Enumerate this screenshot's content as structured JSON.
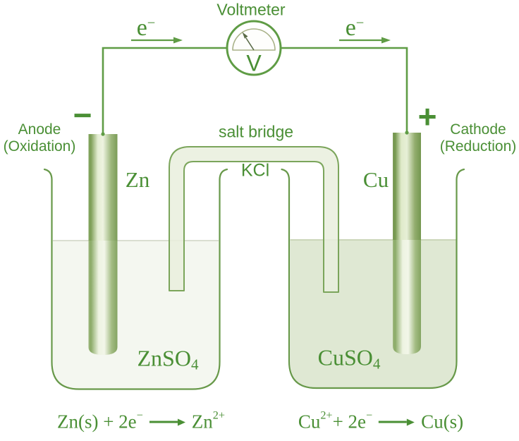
{
  "title": {
    "voltmeter": "Voltmeter",
    "meter_symbol": "V"
  },
  "circuit": {
    "left_electron": {
      "base": "e",
      "sup": "−"
    },
    "right_electron": {
      "base": "e",
      "sup": "−"
    }
  },
  "anode": {
    "sign": "−",
    "name": "Anode",
    "process": "(Oxidation)",
    "metal": "Zn",
    "solution": {
      "base": "ZnSO",
      "sub": "4"
    }
  },
  "cathode": {
    "sign": "+",
    "name": "Cathode",
    "process": "(Reduction)",
    "metal": "Cu",
    "solution": {
      "base": "CuSO",
      "sub": "4"
    }
  },
  "salt_bridge": {
    "label": "salt bridge",
    "electrolyte": "KCl"
  },
  "equations": {
    "anode": {
      "p1": "Zn(s) + 2e",
      "p1_sup": "−",
      "p2": "Zn",
      "p2_sup": "2+"
    },
    "cathode": {
      "p1": "Cu",
      "p1_sup": "2+",
      "p2": " + 2e",
      "p2_sup": "−",
      "p3": "Cu(s)"
    }
  },
  "colors": {
    "ink": "#4a8f35",
    "wire": "#5f9c45",
    "beaker_outline": "#68994a",
    "tube_outline": "#7ba55b",
    "tube_fill": "#e9efdd",
    "solution_left": "#f4f7f0",
    "solution_right": "#dfe8d3"
  }
}
